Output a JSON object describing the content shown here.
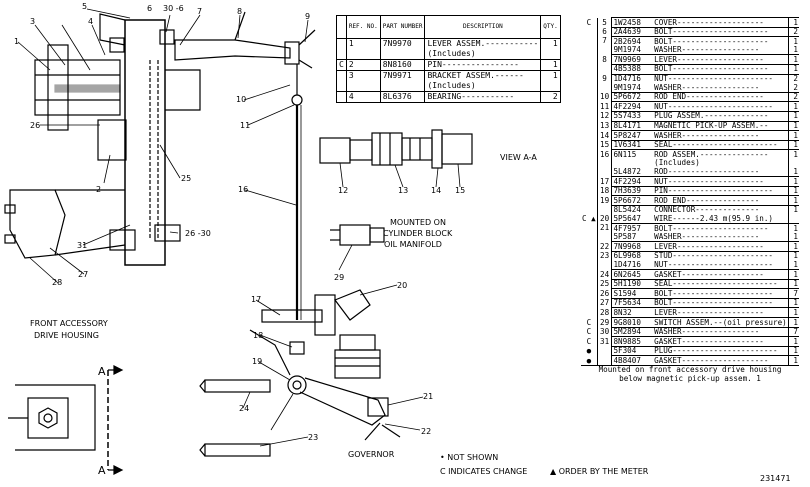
{
  "callouts": [
    "1",
    "2",
    "3",
    "4",
    "5",
    "6",
    "7",
    "8",
    "9",
    "10",
    "11",
    "12",
    "13",
    "14",
    "15",
    "16",
    "17",
    "18",
    "19",
    "20",
    "21",
    "22",
    "23",
    "24",
    "25",
    "26",
    "27",
    "28",
    "29",
    "30",
    "31"
  ],
  "labels": {
    "callout_26_30": "26 -30",
    "callout_30_6": "30 -6",
    "view_aa": "VIEW A-A",
    "mounted_on_1": "MOUNTED ON",
    "mounted_on_2": "CYLINDER BLOCK",
    "mounted_on_3": "OIL MANIFOLD",
    "front_acc_1": "FRONT ACCESSORY",
    "front_acc_2": "DRIVE HOUSING",
    "governor": "GOVERNOR",
    "section_a": "A",
    "not_shown": "• NOT SHOWN",
    "c_indicates": "C INDICATES CHANGE",
    "order_by_meter": "▲ ORDER BY THE METER",
    "doc_number": "231471"
  },
  "parts_table": {
    "headers": [
      "REF. NO.",
      "PART NUMBER",
      "DESCRIPTION",
      "QTY."
    ],
    "rows": [
      {
        "chg": "",
        "ref": "1",
        "pn": "7N9970",
        "desc": "LEVER ASSEM.-----------",
        "qty": "1"
      },
      {
        "chg": "",
        "ref": "",
        "pn": "",
        "desc": "(Includes)",
        "qty": ""
      },
      {
        "chg": "C",
        "ref": "2",
        "pn": "8N8160",
        "desc": "PIN----------------",
        "qty": "1"
      },
      {
        "chg": "",
        "ref": "3",
        "pn": "7N9971",
        "desc": "BRACKET ASSEM.------",
        "qty": "1"
      },
      {
        "chg": "",
        "ref": "",
        "pn": "",
        "desc": "(Includes)",
        "qty": ""
      },
      {
        "chg": "",
        "ref": "4",
        "pn": "8L6376",
        "desc": "BEARING-----------",
        "qty": "2"
      }
    ]
  },
  "list_table": {
    "rows": [
      {
        "chg": "C",
        "ref": "5",
        "pn": "1W2458",
        "desc": "COVER-------------------",
        "qty": "1",
        "sep": true
      },
      {
        "chg": "",
        "ref": "6",
        "pn": "2A4639",
        "desc": "BOLT---------------------",
        "qty": "2",
        "sep": true
      },
      {
        "chg": "",
        "ref": "7",
        "pn": "2B2694",
        "desc": "BOLT---------------------",
        "qty": "1",
        "sep": true
      },
      {
        "chg": "",
        "ref": "",
        "pn": "9M1974",
        "desc": "WASHER-----------------",
        "qty": "1",
        "sep": false
      },
      {
        "chg": "",
        "ref": "8",
        "pn": "7N9969",
        "desc": "LEVER-------------------",
        "qty": "1",
        "sep": true
      },
      {
        "chg": "",
        "ref": "",
        "pn": "4B5388",
        "desc": "BOLT---------------------",
        "qty": "1",
        "sep": true
      },
      {
        "chg": "",
        "ref": "9",
        "pn": "1D4716",
        "desc": "NUT-----------------------",
        "qty": "2",
        "sep": true
      },
      {
        "chg": "",
        "ref": "",
        "pn": "9M1974",
        "desc": "WASHER-----------------",
        "qty": "2",
        "sep": false
      },
      {
        "chg": "",
        "ref": "10",
        "pn": "5P6672",
        "desc": "ROD END-----------------",
        "qty": "2",
        "sep": true
      },
      {
        "chg": "",
        "ref": "11",
        "pn": "4F2294",
        "desc": "NUT-----------------------",
        "qty": "1",
        "sep": true
      },
      {
        "chg": "",
        "ref": "12",
        "pn": "5S7433",
        "desc": "PLUG ASSEM.--------------",
        "qty": "1",
        "sep": true
      },
      {
        "chg": "",
        "ref": "13",
        "pn": "8L4171",
        "desc": "MAGNETIC PICK-UP ASSEM.--",
        "qty": "1",
        "sep": true
      },
      {
        "chg": "",
        "ref": "14",
        "pn": "5P8247",
        "desc": "WASHER-----------------",
        "qty": "1",
        "sep": true
      },
      {
        "chg": "",
        "ref": "15",
        "pn": "1V6341",
        "desc": "SEAL-----------------------",
        "qty": "1",
        "sep": true
      },
      {
        "chg": "",
        "ref": "16",
        "pn": "6N115",
        "desc": "ROD ASSEM.---------------",
        "qty": "1",
        "sep": true
      },
      {
        "chg": "",
        "ref": "",
        "pn": "",
        "desc": "(Includes)",
        "qty": "",
        "sep": false
      },
      {
        "chg": "",
        "ref": "",
        "pn": "5L4872",
        "desc": "ROD--------------------",
        "qty": "1",
        "sep": false
      },
      {
        "chg": "",
        "ref": "17",
        "pn": "4F2294",
        "desc": "NUT---------------------",
        "qty": "1",
        "sep": true
      },
      {
        "chg": "",
        "ref": "18",
        "pn": "7H3639",
        "desc": "PIN-----------------------",
        "qty": "1",
        "sep": true
      },
      {
        "chg": "",
        "ref": "19",
        "pn": "5P6672",
        "desc": "ROD END----------------",
        "qty": "1",
        "sep": true
      },
      {
        "chg": "",
        "ref": "",
        "pn": "8L5424",
        "desc": "CONNECTOR--------------",
        "qty": "1",
        "sep": true
      },
      {
        "chg": "C ▲",
        "ref": "20",
        "pn": "5P5647",
        "desc": "WIRE------2.43 m(95.9 in.)",
        "qty": "",
        "sep": false
      },
      {
        "chg": "",
        "ref": "21",
        "pn": "4F7957",
        "desc": "BOLT---------------------",
        "qty": "1",
        "sep": true
      },
      {
        "chg": "",
        "ref": "",
        "pn": "5P587",
        "desc": "WASHER-----------------",
        "qty": "1",
        "sep": false
      },
      {
        "chg": "",
        "ref": "22",
        "pn": "7N9968",
        "desc": "LEVER-------------------",
        "qty": "1",
        "sep": true
      },
      {
        "chg": "",
        "ref": "23",
        "pn": "6L9968",
        "desc": "STUD----------------------",
        "qty": "1",
        "sep": true
      },
      {
        "chg": "",
        "ref": "",
        "pn": "1D4716",
        "desc": "NUT-----------------------",
        "qty": "1",
        "sep": false
      },
      {
        "chg": "",
        "ref": "24",
        "pn": "6N2645",
        "desc": "GASKET------------------",
        "qty": "1",
        "sep": true
      },
      {
        "chg": "",
        "ref": "25",
        "pn": "5H1190",
        "desc": "SEAL-----------------------",
        "qty": "1",
        "sep": true
      },
      {
        "chg": "",
        "ref": "26",
        "pn": "S1594",
        "desc": "BOLT----------------------",
        "qty": "7",
        "sep": true
      },
      {
        "chg": "",
        "ref": "27",
        "pn": "7F5634",
        "desc": "BOLT----------------------",
        "qty": "1",
        "sep": true
      },
      {
        "chg": "",
        "ref": "28",
        "pn": "8N32",
        "desc": "LEVER-------------------",
        "qty": "1",
        "sep": true
      },
      {
        "chg": "C",
        "ref": "29",
        "pn": "9G8010",
        "desc": "SWITCH ASSEM.--(oil pressure)",
        "qty": "1",
        "sep": true
      },
      {
        "chg": "C",
        "ref": "30",
        "pn": "5M2894",
        "desc": "WASHER-----------------",
        "qty": "7",
        "sep": true
      },
      {
        "chg": "C",
        "ref": "31",
        "pn": "8N9885",
        "desc": "GASKET------------------",
        "qty": "1",
        "sep": true
      },
      {
        "chg": "●",
        "ref": "",
        "pn": "5F304",
        "desc": "PLUG-----------------------",
        "qty": "1",
        "sep": true
      },
      {
        "chg": "●",
        "ref": "",
        "pn": "4B8407",
        "desc": "GASKET-------------------",
        "qty": "1",
        "sep": true
      }
    ],
    "footnote_1": "Mounted on  front accessory drive housing",
    "footnote_2": "below magnetic pick-up assem. 1"
  }
}
